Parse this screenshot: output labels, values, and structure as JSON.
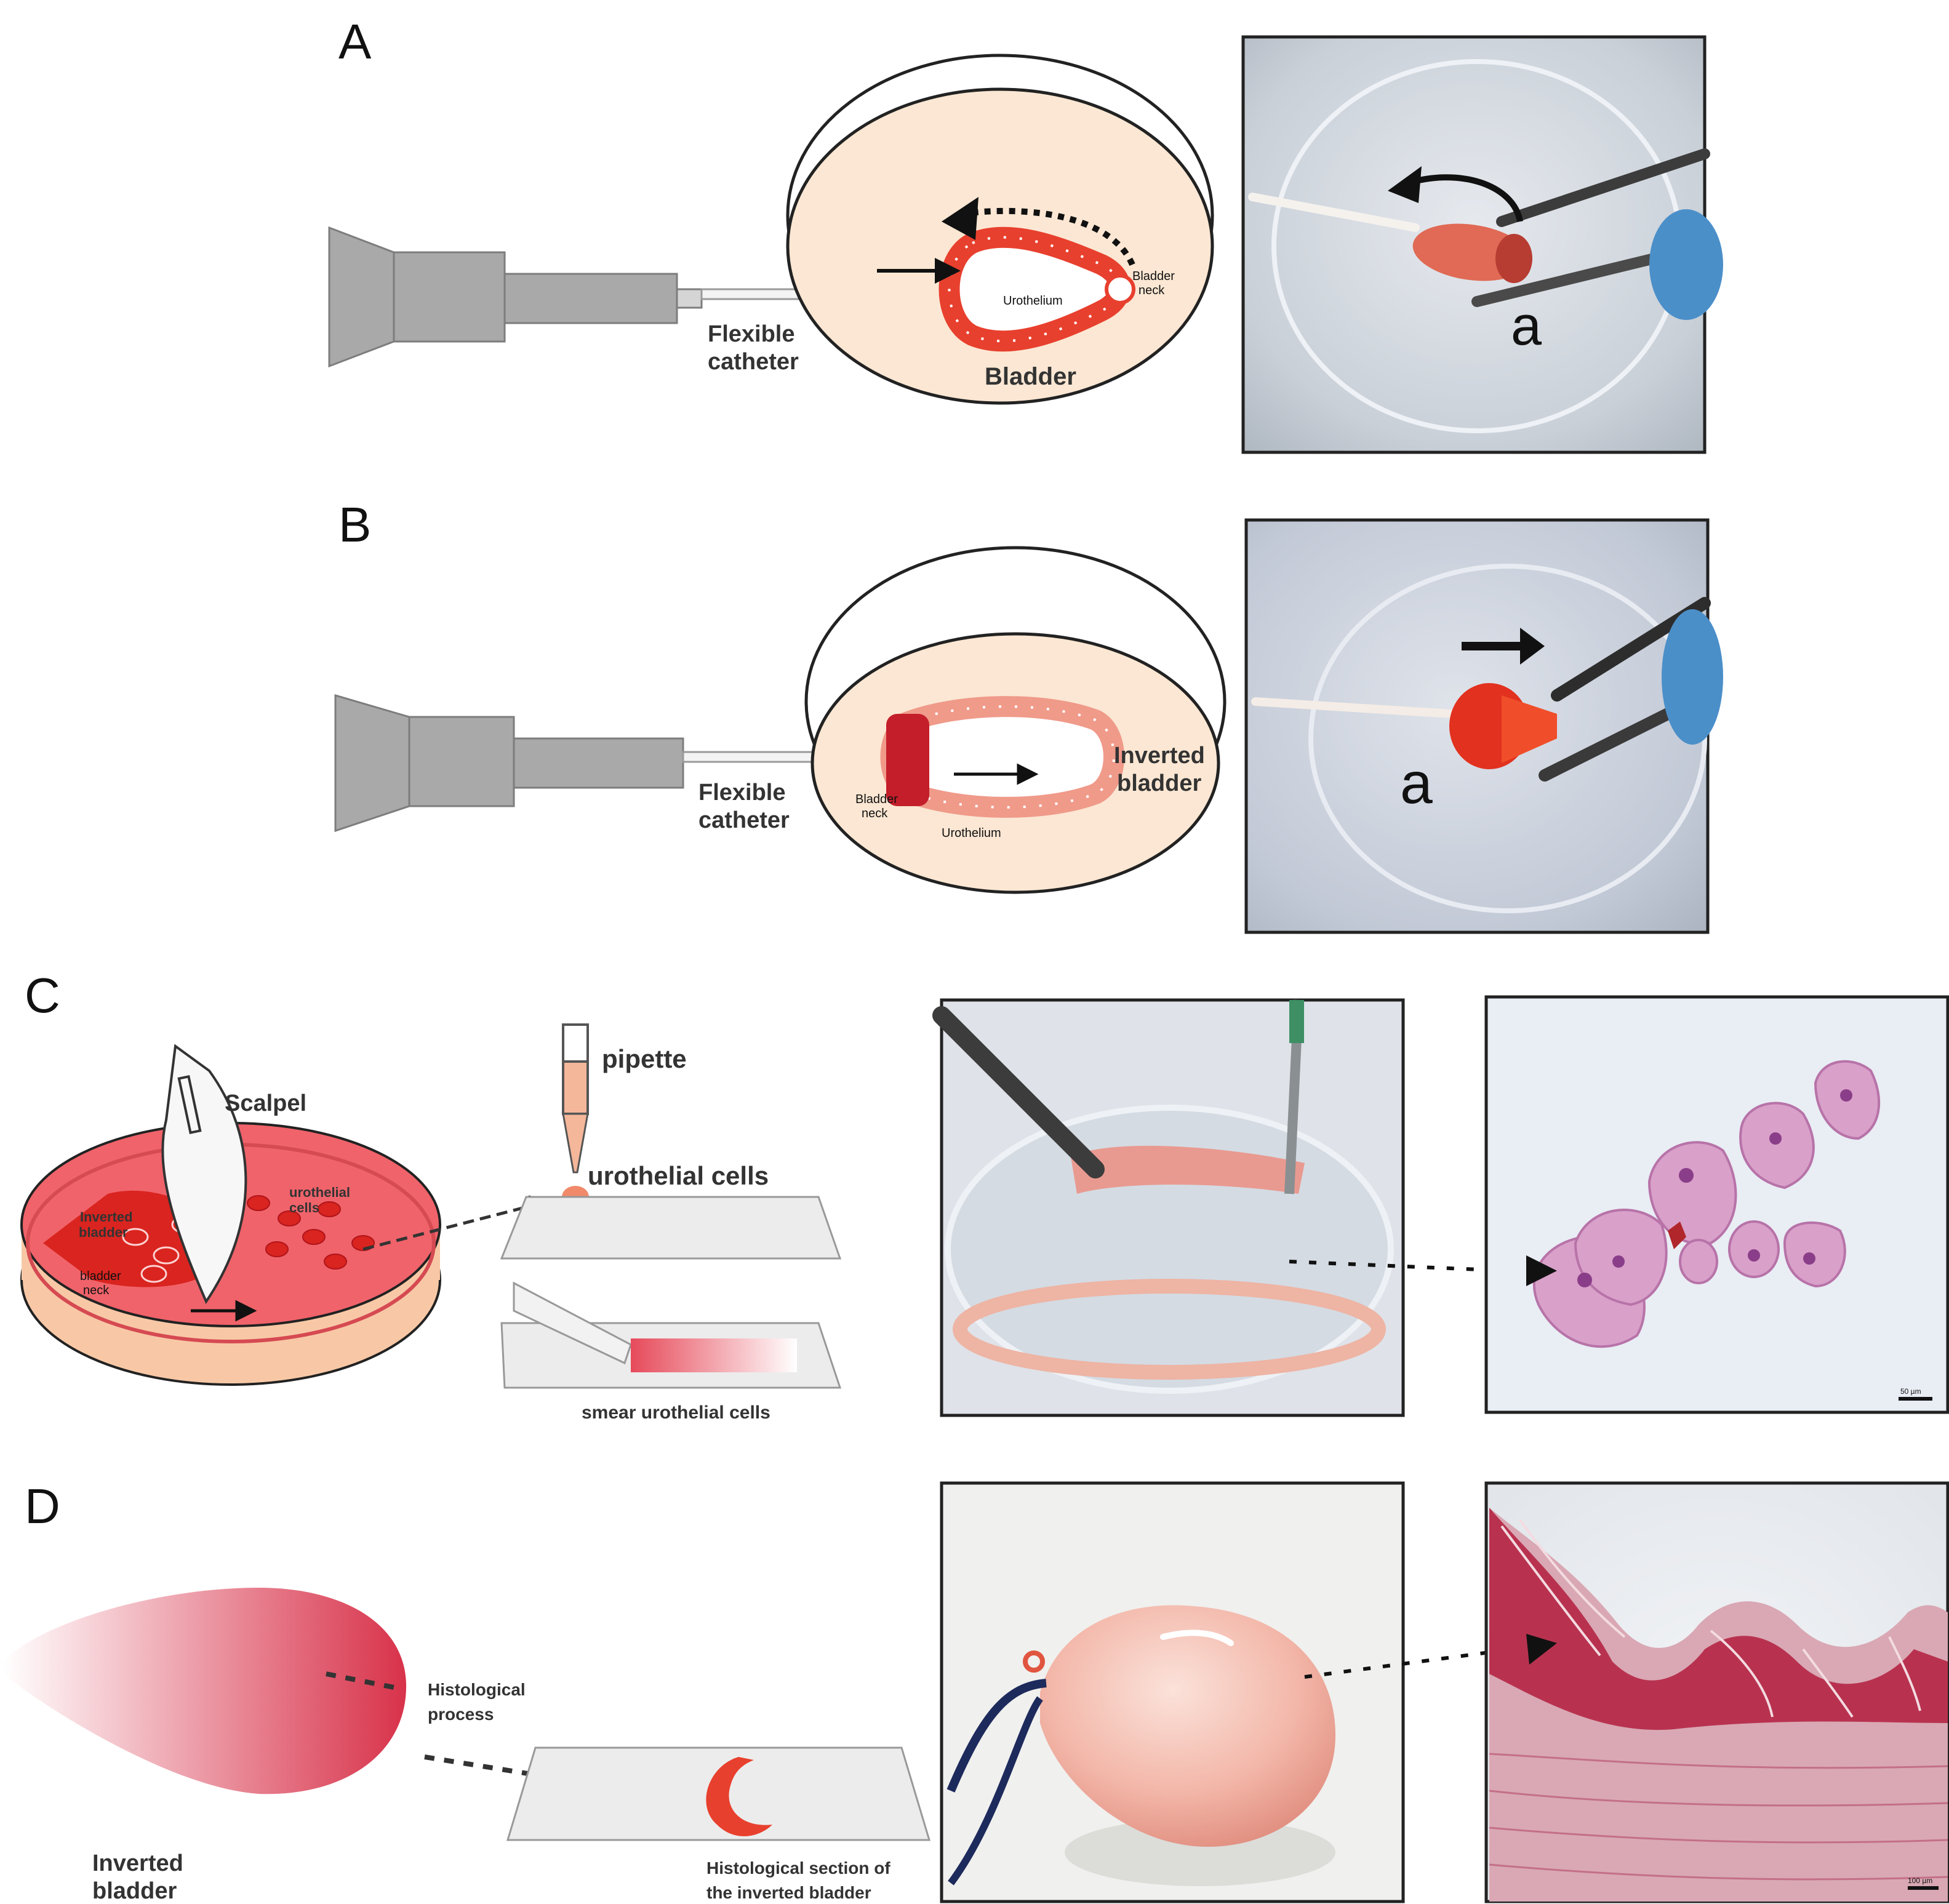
{
  "panels": {
    "A": {
      "letter": "A",
      "catheter_label": [
        "Flexible",
        "catheter"
      ],
      "bladder_label": "Bladder",
      "urothelium_label": "Urothelium",
      "bladder_neck_label": [
        "Bladder",
        "neck"
      ],
      "photo_marker": "a"
    },
    "B": {
      "letter": "B",
      "catheter_label": [
        "Flexible",
        "catheter"
      ],
      "inverted_label": [
        "Inverted",
        "bladder"
      ],
      "bladder_neck_label": [
        "Bladder",
        "neck"
      ],
      "urothelium_label": "Urothelium",
      "photo_marker": "a"
    },
    "C": {
      "letter": "C",
      "scalpel_label": "Scalpel",
      "inverted_label": [
        "Inverted",
        "bladder"
      ],
      "urothelial_small": [
        "urothelial",
        "cells"
      ],
      "bladder_neck_label": [
        "bladder",
        "neck"
      ],
      "pipette_label": "pipette",
      "urothelial_label": "urothelial cells",
      "smear_label": "smear urothelial cells",
      "scale_bar": "50 µm"
    },
    "D": {
      "letter": "D",
      "histo_process_label": [
        "Histological",
        "process"
      ],
      "inverted_label": [
        "Inverted",
        "bladder"
      ],
      "section_label": [
        "Histological section of",
        "the inverted bladder"
      ],
      "scale_bar": "100 µm"
    }
  },
  "colors": {
    "dish_fill": "#fbe7d3",
    "tissue_red": "#e8402e",
    "device_grey": "#a9a9a9",
    "photo_bg": "#cfd6df",
    "histo_pink": "#d9a0c9"
  }
}
